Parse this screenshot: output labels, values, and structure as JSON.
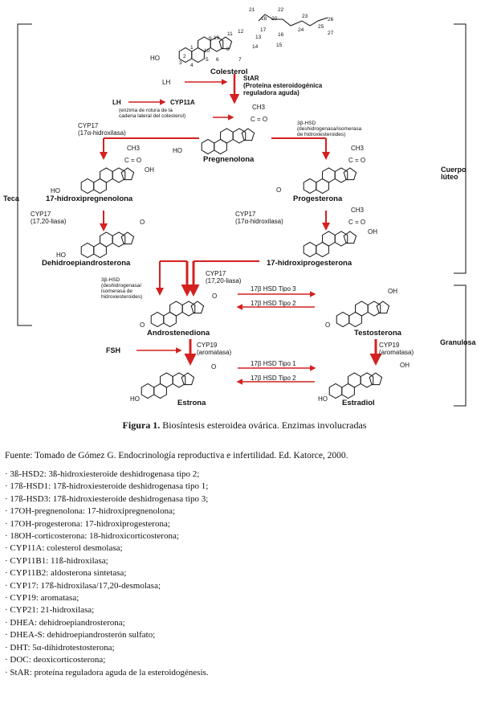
{
  "diagram": {
    "compounds": {
      "colesterol": "Colesterol",
      "pregnenolona": "Pregnenolona",
      "progesterona": "Progesterona",
      "hidroxipregnenolona": "17-hidroxipregnenolona",
      "dhea": "Dehidroepiandrosterona",
      "hidroxiprogesterona": "17-hidroxiprogesterona",
      "androstenediona": "Androstenediona",
      "testosterona": "Testosterona",
      "estrona": "Estrona",
      "estradiol": "Estradiol"
    },
    "enzymes": {
      "lh_top": "LH",
      "star": "StAR\n(Proteína esteroidogénica\nreguladora aguda)",
      "lh_cyp": "LH",
      "cyp11a": "CYP11A",
      "cyp11a_desc": "(enzima de rotura de la\ncadena lateral del colesterol)",
      "cyp17_a": "CYP17\n(17α-hidroxilasa)",
      "hsd3_a": "3β-HSD\n(deshidrogenasa/isomerasa\nde hidroxiesteroides)",
      "cyp17_b": "CYP17\n(17,20-liasa)",
      "cyp17_c": "CYP17\n(17α-hidroxilasa)",
      "cyp17_d": "CYP17\n(17,20-liasa)",
      "hsd3_b": "3β-HSD\n(deshidrogenasa/\nisomerasa de\nhidroxiesteroides)",
      "hsd17_3": "17β HSD Tipo 3",
      "hsd17_2a": "17β HSD Tipo 2",
      "fsh": "FSH",
      "cyp19_a": "CYP19\n(aromatasa)",
      "cyp19_b": "CYP19\n(aromatasa)",
      "hsd17_1": "17β HSD Tipo 1",
      "hsd17_2b": "17β HSD Tipo 2"
    },
    "groups": {
      "teca": "Teca",
      "cuerpo_luteo": "Cuerpo\nlúteo",
      "granulosa": "Granulosa"
    },
    "atoms": {
      "ho": "HO",
      "o": "O",
      "oh": "OH",
      "ch3": "CH3",
      "c_eq_o": "C = O"
    },
    "numbering": [
      "1",
      "2",
      "3",
      "4",
      "5",
      "6",
      "7",
      "8",
      "9",
      "10",
      "11",
      "12",
      "13",
      "14",
      "15",
      "16",
      "17",
      "18",
      "19",
      "20",
      "21",
      "22",
      "23",
      "24",
      "25",
      "26",
      "27"
    ]
  },
  "caption": {
    "label": "Figura 1.",
    "text": "Biosíntesis esteroidea ovárica. Enzimas involucradas"
  },
  "source": "Fuente: Tomado de Gómez G. Endocrinología reproductiva e infertilidad. Ed. Katorce, 2000.",
  "glossary": [
    "3ß-HSD2: 3ß-hidroxiesteroide deshidrogenasa tipo 2;",
    "17ß-HSD1: 17ß-hidroxiesteroide deshidrogenasa tipo 1;",
    "17ß-HSD3: 17ß-hidroxiesteroide deshidrogenasa tipo 3;",
    "17OH-pregnenolona: 17-hidroxipregnenolona;",
    "17OH-progesterona: 17-hidroxiprogesterona;",
    "18OH-corticosterona: 18-hidroxicorticosterona;",
    "CYP11A: colesterol desmolasa;",
    "CYP11B1: 11ß-hidroxilasa;",
    "CYP11B2: aldosterona sintetasa;",
    "CYP17: 17ß-hidroxilasa/17,20-desmolasa;",
    "CYP19: aromatasa;",
    "CYP21: 21-hidroxilasa;",
    "DHEA: dehidroepiandrosterona;",
    "DHEA-S: dehidroepiandrosterón sulfato;",
    "DHT: 5α-dihidrotestosterona;",
    "DOC: deoxicorticosterona;",
    "StAR: proteína reguladora aguda de la esteroidogénesis."
  ],
  "colors": {
    "arrow": "#d42020",
    "line": "#111111"
  }
}
